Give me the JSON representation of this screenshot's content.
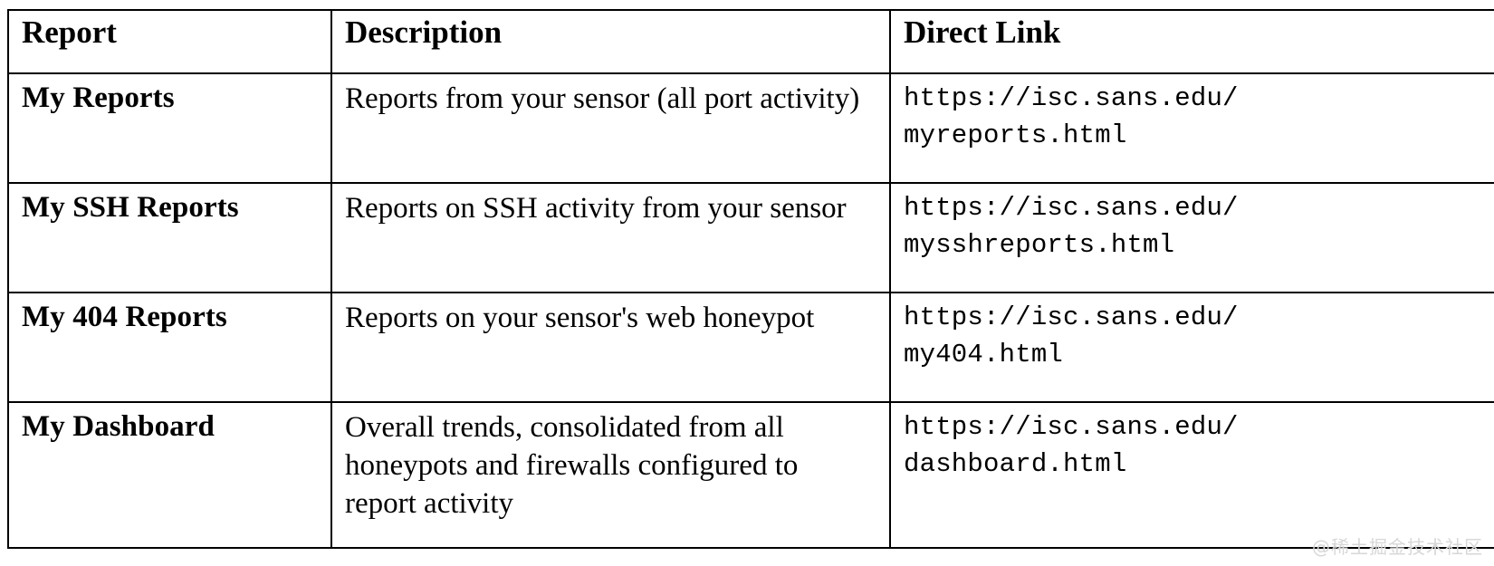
{
  "document": {
    "type": "table",
    "watermark": "@稀土掘金技术社区",
    "colors": {
      "text": "#000000",
      "border": "#000000",
      "background": "#ffffff",
      "watermark": "#d7d7d7"
    }
  },
  "table": {
    "columns": [
      {
        "key": "report",
        "label": "Report"
      },
      {
        "key": "description",
        "label": "Description"
      },
      {
        "key": "direct_link",
        "label": "Direct Link"
      }
    ],
    "rows": [
      {
        "report": "My Reports",
        "description": "Reports from your sensor (all port activity)",
        "direct_link": "https://isc.sans.edu/\nmyreports.html"
      },
      {
        "report": "My SSH Reports",
        "description": "Reports on SSH activity from your sensor",
        "direct_link": "https://isc.sans.edu/\nmysshreports.html"
      },
      {
        "report": "My 404 Reports",
        "description": "Reports on your sensor's web honeypot",
        "direct_link": "https://isc.sans.edu/\nmy404.html"
      },
      {
        "report": "My Dashboard",
        "description": "Overall trends, consolidated from all honeypots and firewalls configured to report activity",
        "direct_link": "https://isc.sans.edu/\ndashboard.html"
      }
    ]
  }
}
